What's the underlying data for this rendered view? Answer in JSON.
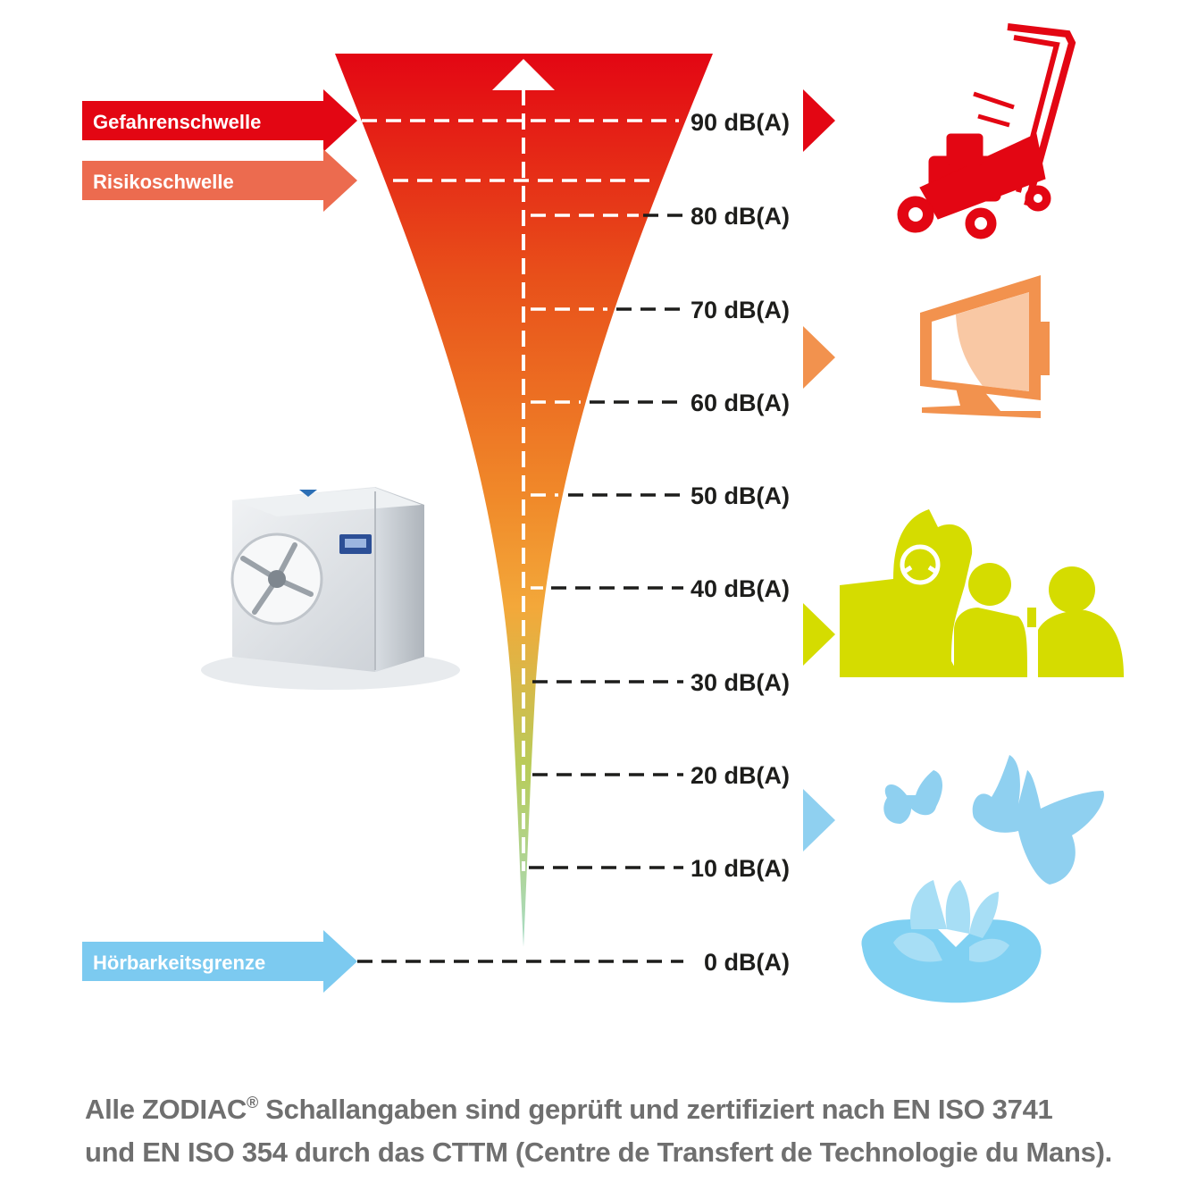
{
  "levels": [
    {
      "value": 90,
      "label": "90 dB(A)"
    },
    {
      "value": 80,
      "label": "80 dB(A)"
    },
    {
      "value": 70,
      "label": "70 dB(A)"
    },
    {
      "value": 60,
      "label": "60 dB(A)"
    },
    {
      "value": 50,
      "label": "50 dB(A)"
    },
    {
      "value": 40,
      "label": "40 dB(A)"
    },
    {
      "value": 30,
      "label": "30 dB(A)"
    },
    {
      "value": 20,
      "label": "20 dB(A)"
    },
    {
      "value": 10,
      "label": "10 dB(A)"
    },
    {
      "value": 0,
      "label": "0 dB(A)"
    }
  ],
  "thresholds": {
    "danger": {
      "label": "Gefahrenschwelle",
      "level_db": 90,
      "color": "#e30613"
    },
    "risk": {
      "label": "Risikoschwelle",
      "level_db": 84,
      "color": "#ec6b4f"
    },
    "audibility": {
      "label": "Hörbarkeitsgrenze",
      "level_db": 0,
      "color": "#7ccaf0"
    }
  },
  "examples": [
    {
      "icon": "lawn-mower-icon",
      "color": "#e30613"
    },
    {
      "icon": "television-icon",
      "color": "#f2924e"
    },
    {
      "icon": "people-conversation-icon",
      "color": "#d5dc00"
    },
    {
      "icon": "butterflies-icon",
      "color": "#8fd0f0"
    },
    {
      "icon": "water-lily-icon",
      "color": "#7fd0f2"
    }
  ],
  "product": {
    "icon": "heat-pump-icon"
  },
  "gradient_colors": [
    "#e30613",
    "#e8501a",
    "#f08a2a",
    "#f3a83a",
    "#b8cc5a",
    "#a8dcc8"
  ],
  "caption": {
    "line1_pre": "Alle ZODIAC",
    "line1_mark": "®",
    "line1_post": " Schallangaben sind geprüft und zertifiziert nach EN ISO 3741",
    "line2": "und EN ISO 354 durch das CTTM (Centre de Transfert de Technologie du Mans)."
  }
}
